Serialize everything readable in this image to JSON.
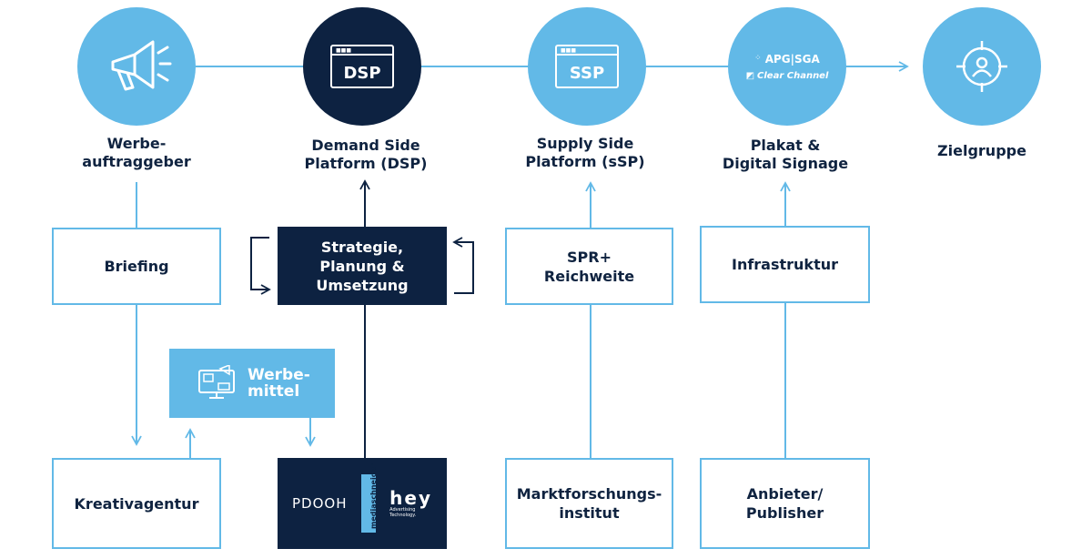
{
  "nodes": {
    "werbeauftraggeber": "Werbe-\nauftraggeber",
    "dsp": "Demand Side\nPlatform (DSP)",
    "ssp": "Supply Side\nPlatform (sSP)",
    "plakat": "Plakat &\nDigital Signage",
    "zielgruppe": "Zielgruppe"
  },
  "circle_icons": {
    "dsp": "DSP",
    "ssp": "SSP",
    "apg": "APG|SGA",
    "clear_channel": "Clear Channel"
  },
  "boxes": {
    "briefing": "Briefing",
    "strategie": "Strategie,\nPlanung &\nUmsetzung",
    "werbemittel": "Werbe-\nmittel",
    "spr": "SPR+\nReichweite",
    "infrastruktur": "Infrastruktur",
    "kreativagentur": "Kreativagentur",
    "pdooh": "PDOOH",
    "mediaschneider": "mediaschneider",
    "hey": "hey",
    "hey_sub": "Advertising Technology.",
    "marktforschung": "Marktforschungs-\ninstitut",
    "anbieter": "Anbieter/\nPublisher"
  },
  "colors": {
    "light_blue": "#62b9e7",
    "navy": "#0d2241",
    "text": "#0f2340"
  },
  "icons": [
    "megaphone-icon",
    "browser-window-icon",
    "target-person-icon",
    "media-devices-icon"
  ]
}
